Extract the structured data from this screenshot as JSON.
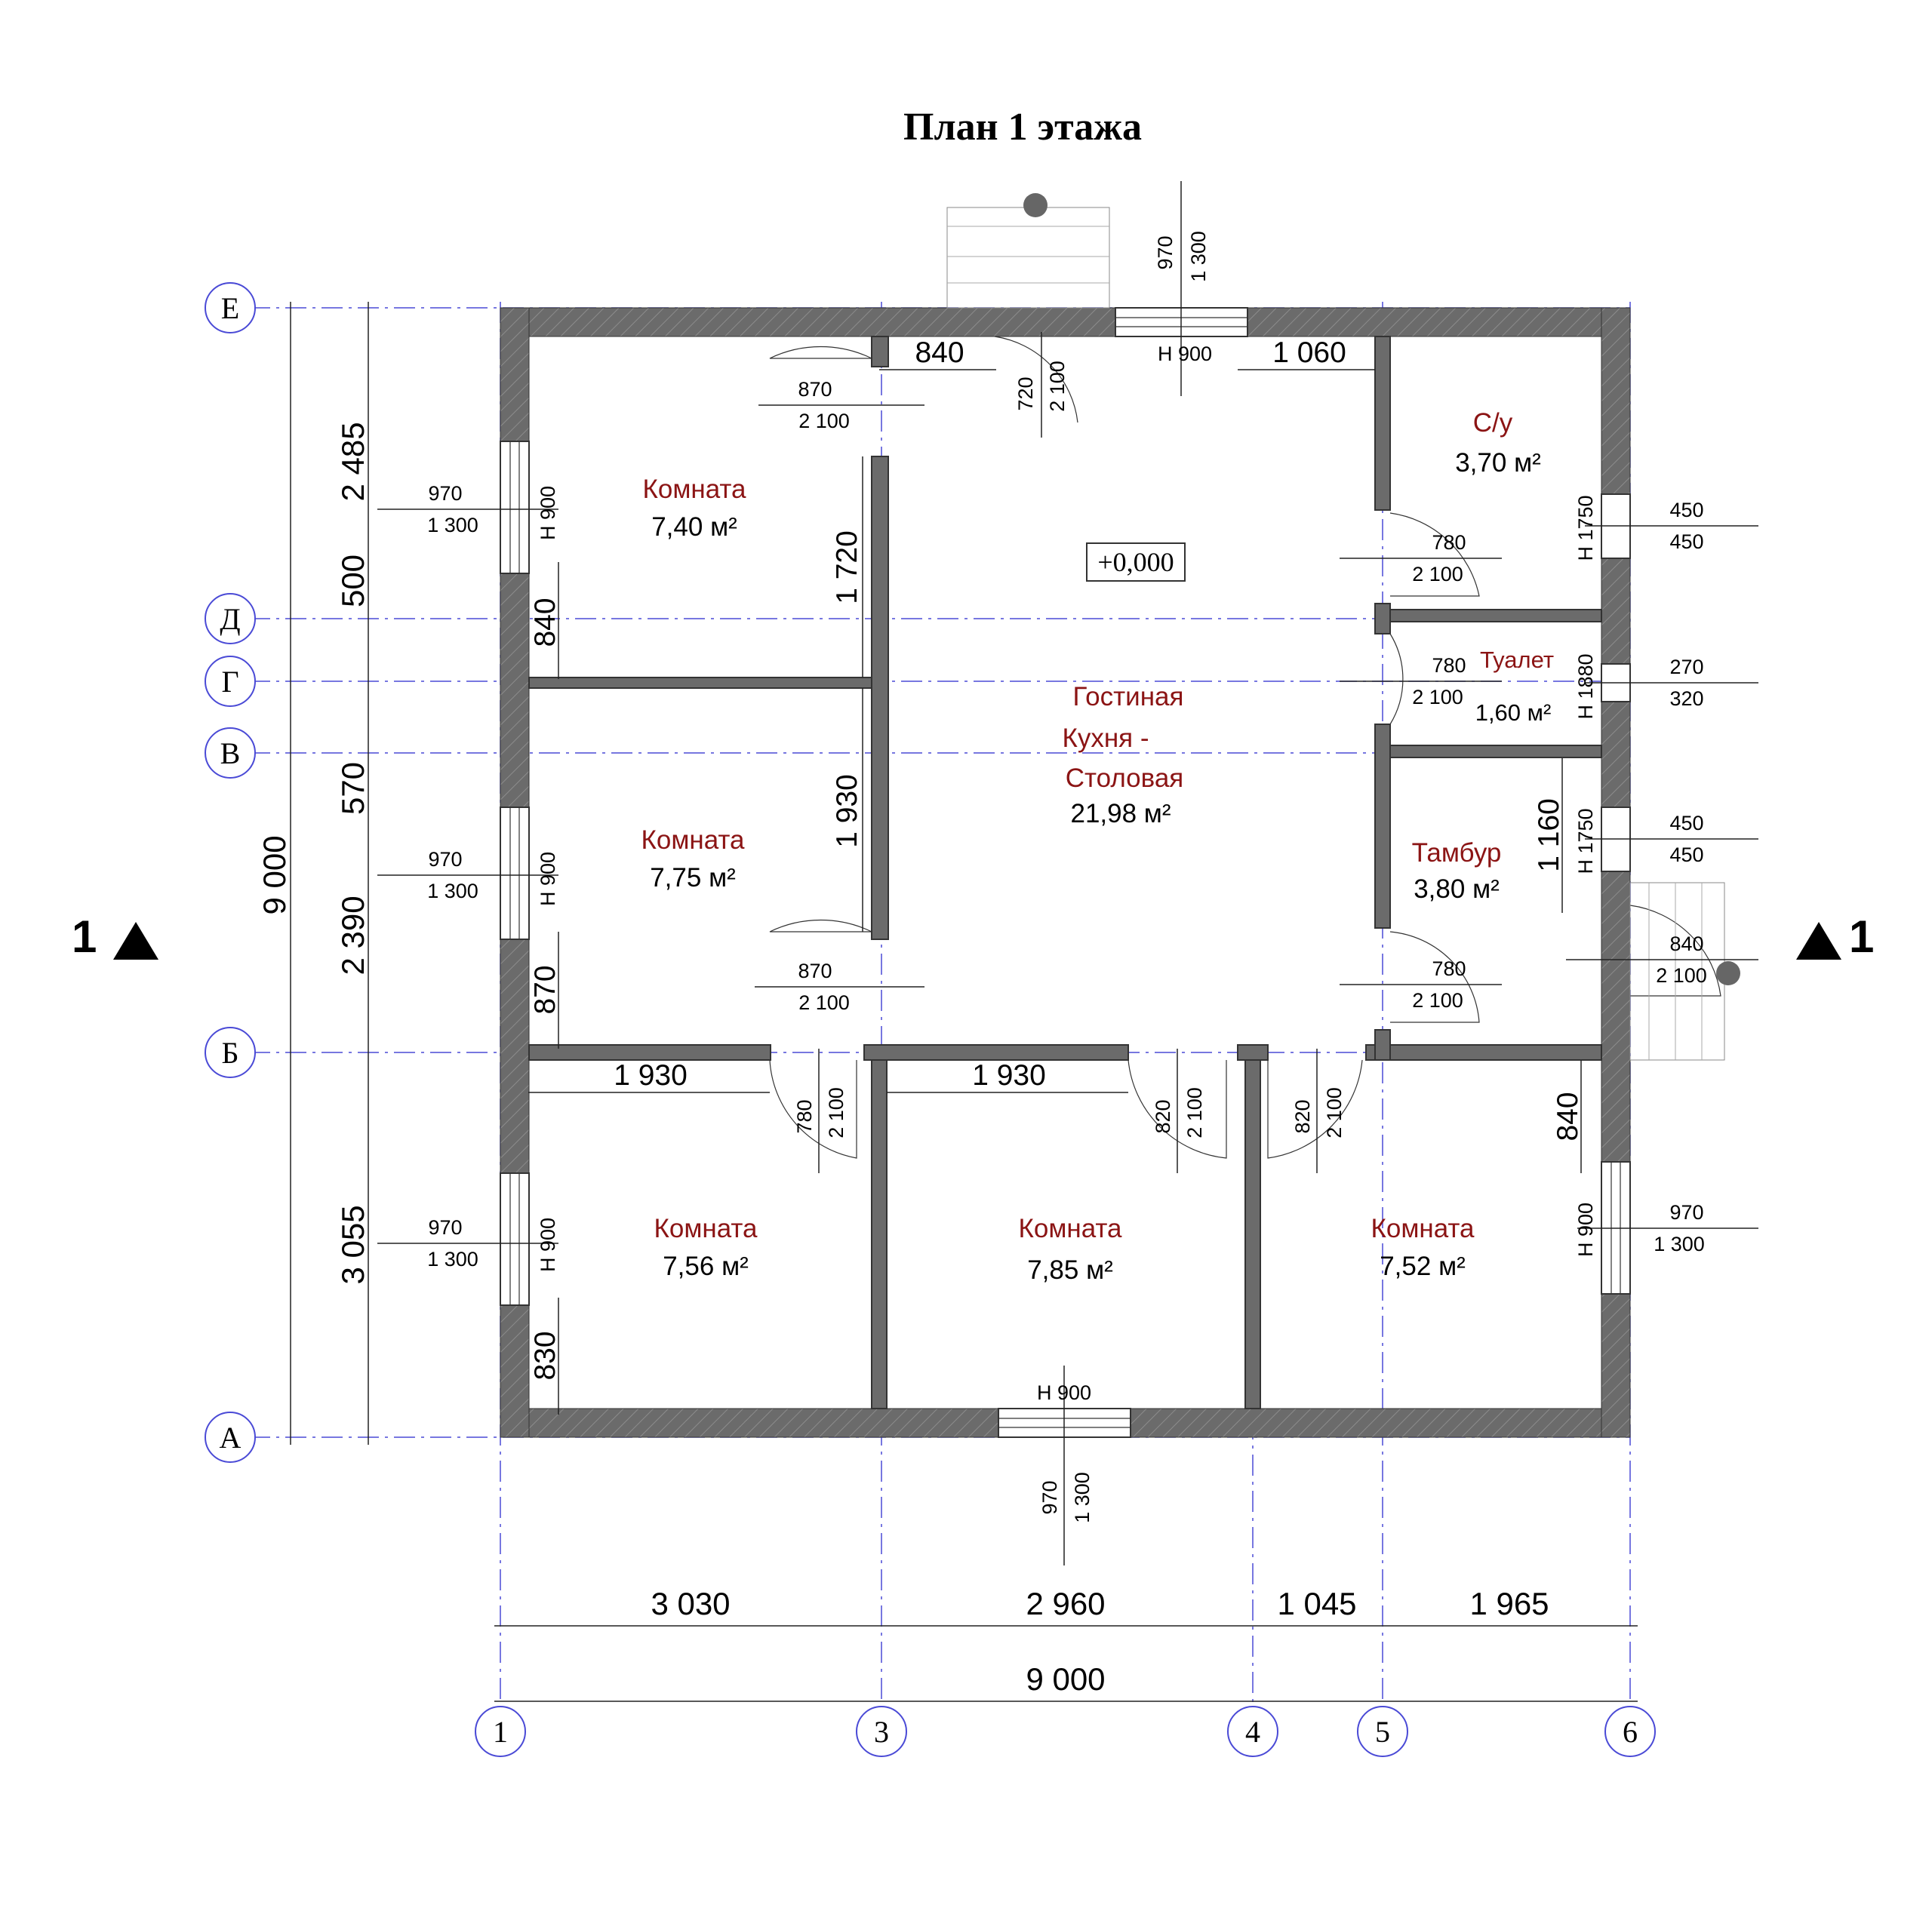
{
  "title": "План 1 этажа",
  "level_mark": "+0,000",
  "cut_label": "1",
  "axes_letters": [
    "Е",
    "Д",
    "Г",
    "В",
    "Б",
    "А"
  ],
  "axes_numbers": [
    "1",
    "3",
    "4",
    "5",
    "6"
  ],
  "rooms": [
    {
      "name": "Комната",
      "area": "7,40 м²"
    },
    {
      "name": "Комната",
      "area": "7,75 м²"
    },
    {
      "name": "Комната",
      "area": "7,56 м²"
    },
    {
      "name": "Комната",
      "area": "7,85 м²"
    },
    {
      "name": "Комната",
      "area": "7,52 м²"
    },
    {
      "name": "С/у",
      "area": "3,70 м²"
    },
    {
      "name": "Туалет",
      "area": "1,60 м²"
    },
    {
      "name": "Тамбур",
      "area": "3,80 м²"
    },
    {
      "name_line1": "Гостиная",
      "name_line2": "Кухня -",
      "name_line3": "Столовая",
      "area": "21,98 м²"
    }
  ],
  "left_dims": {
    "total": "9 000",
    "d1": "2 485",
    "d2": "500",
    "d3": "570",
    "d4": "2 390",
    "d5": "3 055"
  },
  "bottom_dims": {
    "d1": "3 030",
    "d2": "2 960",
    "d3": "1 045",
    "d4": "1 965",
    "total": "9 000"
  },
  "windows": [
    {
      "w": "970",
      "h": "1 300",
      "sill": "Н 900"
    },
    {
      "w": "970",
      "h": "1 300",
      "sill": "Н 900"
    },
    {
      "w": "970",
      "h": "1 300",
      "sill": "Н 900"
    },
    {
      "w": "970",
      "h": "1 300",
      "sill": "Н 900"
    },
    {
      "w": "970",
      "h": "1 300",
      "sill": "Н 900"
    },
    {
      "w": "970",
      "h": "1 300",
      "sill": "Н 900"
    },
    {
      "w": "450",
      "h": "450",
      "sill": "Н 1750"
    },
    {
      "w": "270",
      "h": "320",
      "sill": "Н 1880"
    },
    {
      "w": "450",
      "h": "450",
      "sill": "Н 1750"
    }
  ],
  "doors": [
    {
      "w": "870",
      "h": "2 100"
    },
    {
      "w": "870",
      "h": "2 100"
    },
    {
      "w": "720",
      "h": "2 100"
    },
    {
      "w": "780",
      "h": "2 100"
    },
    {
      "w": "780",
      "h": "2 100"
    },
    {
      "w": "780",
      "h": "2 100"
    },
    {
      "w": "840",
      "h": "2 100"
    },
    {
      "w": "780",
      "h": "2 100"
    },
    {
      "w": "820",
      "h": "2 100"
    },
    {
      "w": "820",
      "h": "2 100"
    }
  ],
  "inner_dims": {
    "top_left": "840",
    "top_right": "1 060",
    "wall_1720": "1 720",
    "wall_1930": "1 930",
    "win_l1": "840",
    "win_l2": "870",
    "win_l3": "830",
    "bot_1930a": "1 930",
    "bot_1930b": "1 930",
    "tambur_1160": "1 160",
    "right_840": "840"
  }
}
